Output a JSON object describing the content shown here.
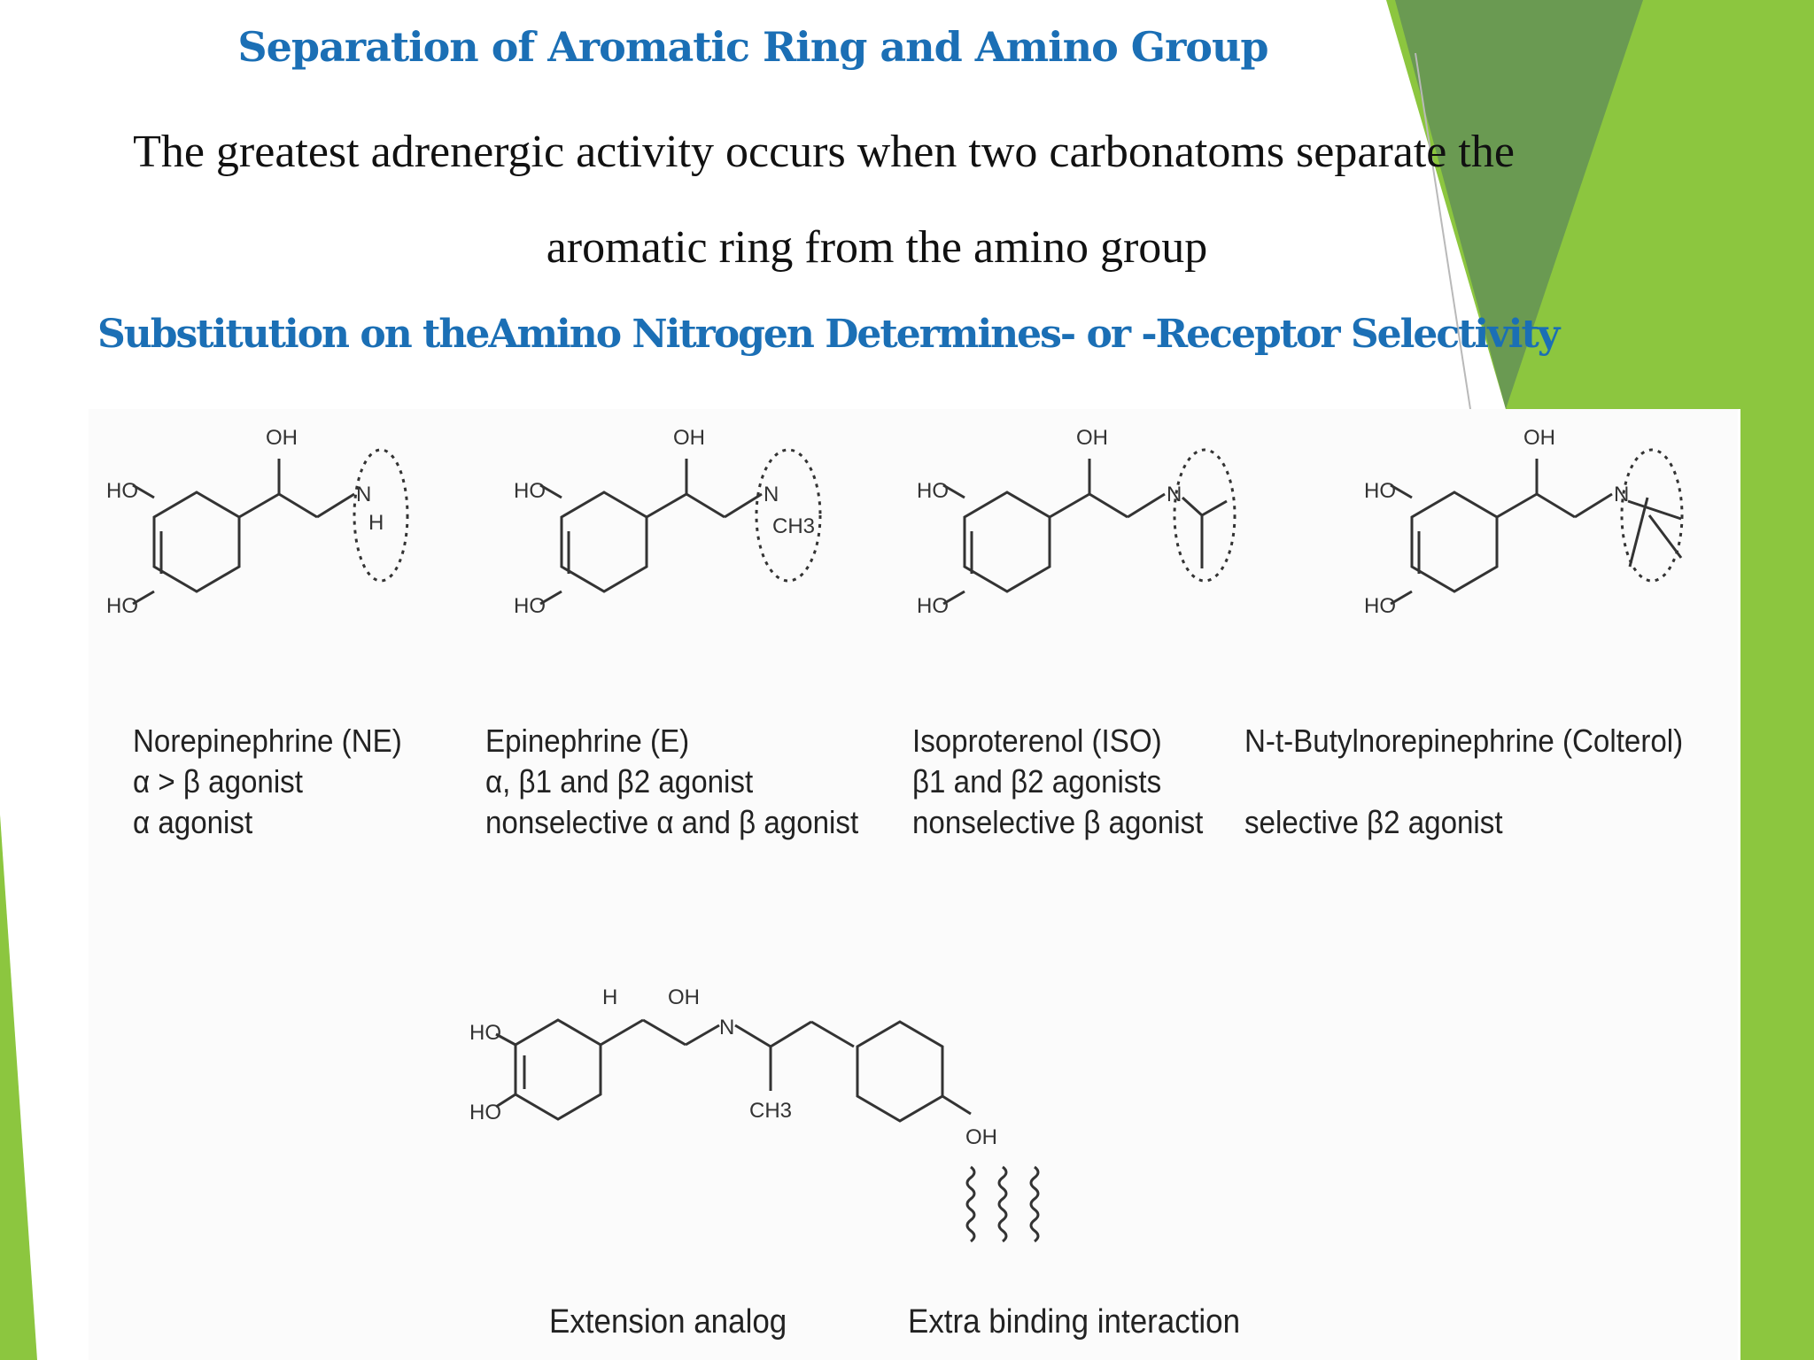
{
  "slide": {
    "title": "Separation of Aromatic Ring and Amino Group",
    "body_line_1": "The greatest adrenergic activity occurs when two carbonatoms  separate the",
    "body_line_2": "aromatic ring from the amino group",
    "subtitle": "Substitution on theAmino Nitrogen Determines- or -Receptor  Selectivity"
  },
  "colors": {
    "title_blue": "#1b6fb5",
    "accent_green_light": "#8cc63f",
    "accent_green_dark": "#6a9a52"
  },
  "figure": {
    "atoms": {
      "oh": "OH",
      "ho": "HO",
      "h": "H",
      "n": "N",
      "ch3": "CH3"
    },
    "compounds": [
      {
        "name": "Norepinephrine (NE)",
        "line2": "α > β agonist",
        "line3": "α agonist"
      },
      {
        "name": "Epinephrine (E)",
        "line2": "α, β1 and β2 agonist",
        "line3": "nonselective α and β agonist"
      },
      {
        "name": "Isoproterenol (ISO)",
        "line2": "β1 and β2 agonists",
        "line3": "nonselective β agonist"
      },
      {
        "name": "N-t-Butylnorepinephrine (Colterol)",
        "line2": "",
        "line3": "selective β2 agonist"
      }
    ],
    "extension_label": "Extension analog",
    "binding_label": "Extra binding interaction"
  }
}
